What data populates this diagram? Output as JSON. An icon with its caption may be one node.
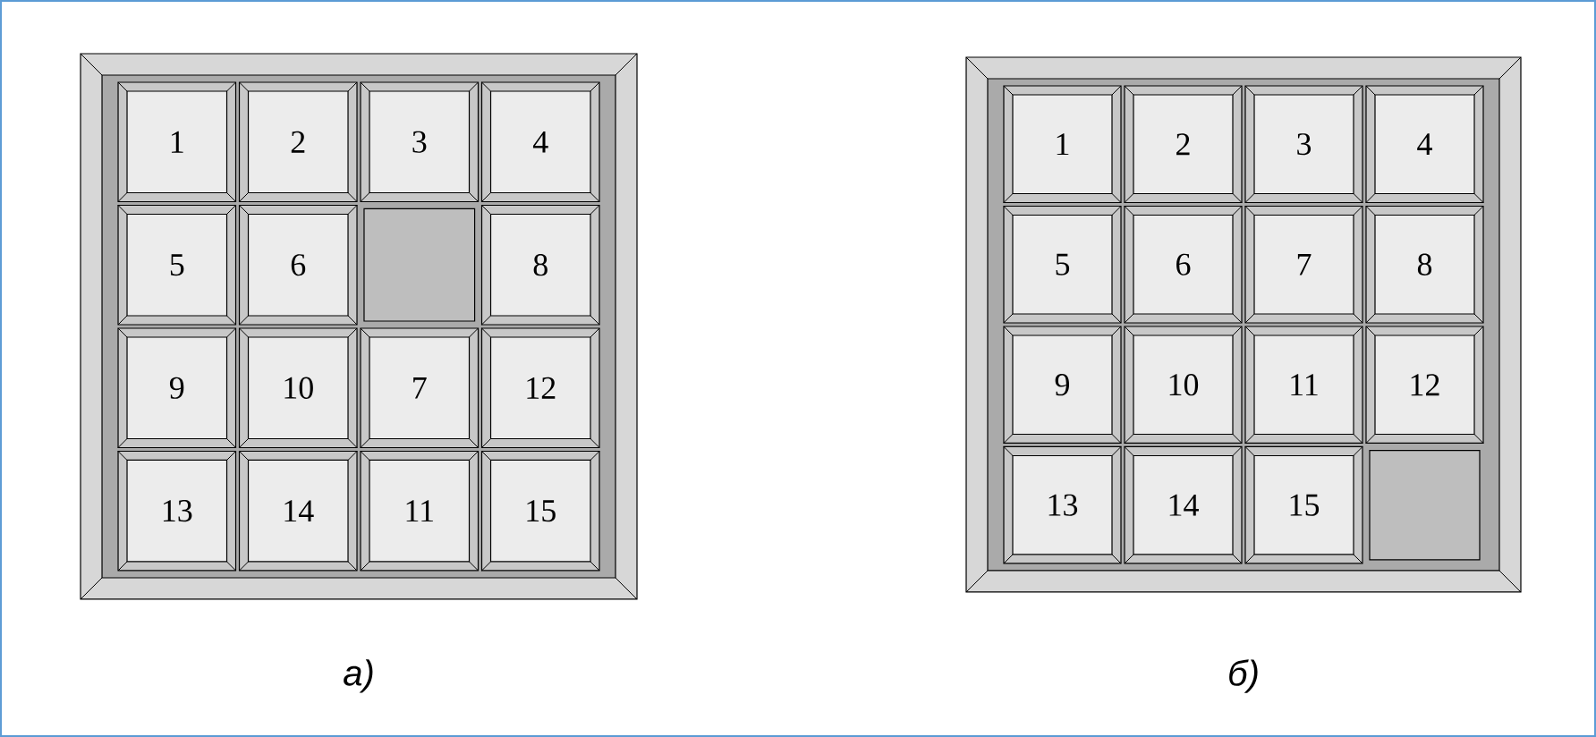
{
  "diagram": {
    "nodes": [
      {
        "text": [],
        "shape": "box",
        "beside": [
          "а)"
        ]
      },
      {
        "text": [
          "1"
        ],
        "in": 0
      },
      {
        "text": [
          "2"
        ],
        "in": 0
      },
      {
        "text": [
          "3"
        ],
        "in": 0
      },
      {
        "text": [
          "4"
        ],
        "in": 0
      },
      {
        "text": [
          "5"
        ],
        "in": 0
      },
      {
        "text": [
          "6"
        ],
        "in": 0
      },
      {
        "text": [],
        "shape": "box",
        "in": 0
      },
      {
        "text": [
          "8"
        ],
        "in": 0
      },
      {
        "text": [
          "9"
        ],
        "in": 0
      },
      {
        "text": [
          "10"
        ],
        "in": 0
      },
      {
        "text": [
          "7"
        ],
        "in": 0
      },
      {
        "text": [
          "12"
        ],
        "in": 0
      },
      {
        "text": [
          "13"
        ],
        "in": 0
      },
      {
        "text": [
          "14"
        ],
        "in": 0
      },
      {
        "text": [
          "11"
        ],
        "in": 0
      },
      {
        "text": [
          "15"
        ],
        "in": 0
      },
      {
        "text": [],
        "shape": "box",
        "beside": [
          "б)"
        ]
      },
      {
        "text": [
          "1"
        ],
        "in": 17
      },
      {
        "text": [
          "2"
        ],
        "in": 17
      },
      {
        "text": [
          "3"
        ],
        "in": 17
      },
      {
        "text": [
          "4"
        ],
        "in": 17
      },
      {
        "text": [
          "5"
        ],
        "in": 17
      },
      {
        "text": [
          "6"
        ],
        "in": 17
      },
      {
        "text": [
          "7"
        ],
        "in": 17
      },
      {
        "text": [
          "8"
        ],
        "in": 17
      },
      {
        "text": [
          "9"
        ],
        "in": 17
      },
      {
        "text": [
          "10"
        ],
        "in": 17
      },
      {
        "text": [
          "11"
        ],
        "in": 17
      },
      {
        "text": [
          "12"
        ],
        "in": 17
      },
      {
        "text": [
          "13"
        ],
        "in": 17
      },
      {
        "text": [
          "14"
        ],
        "in": 17
      },
      {
        "text": [
          "15"
        ],
        "in": 17
      },
      {
        "text": [],
        "shape": "box",
        "in": 17
      }
    ]
  }
}
